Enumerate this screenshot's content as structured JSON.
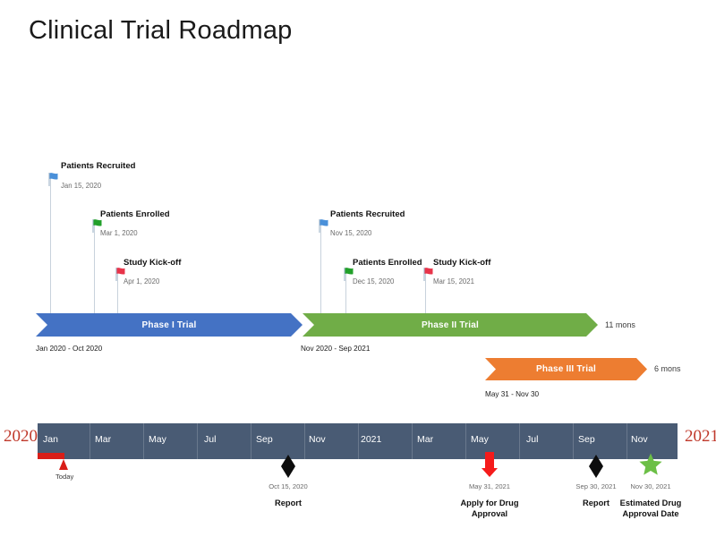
{
  "title": "Clinical Trial Roadmap",
  "colors": {
    "phase1": "#4472c4",
    "phase2": "#70ad47",
    "phase3": "#ed7d31",
    "axis_band": "#495b74",
    "year_label": "#c0392b",
    "today": "#d91e18",
    "flag_blue": "#4a90d9",
    "flag_green": "#22a02a",
    "flag_red": "#e8344a",
    "marker_black": "#0d0d0d",
    "marker_red": "#f51b1b",
    "marker_green": "#6cbf46"
  },
  "flag_milestones": [
    {
      "name": "Patients Recruited",
      "date": "Jan 15, 2020",
      "flag_color": "flag_blue",
      "icon": "flag-icon"
    },
    {
      "name": "Patients Enrolled",
      "date": "Mar 1, 2020",
      "flag_color": "flag_green",
      "icon": "flag-icon"
    },
    {
      "name": "Study Kick-off",
      "date": "Apr 1, 2020",
      "flag_color": "flag_red",
      "icon": "flag-icon"
    },
    {
      "name": "Patients Recruited",
      "date": "Nov 15, 2020",
      "flag_color": "flag_blue",
      "icon": "flag-icon"
    },
    {
      "name": "Patients Enrolled",
      "date": "Dec 15, 2020",
      "flag_color": "flag_green",
      "icon": "flag-icon"
    },
    {
      "name": "Study Kick-off",
      "date": "Mar 15, 2021",
      "flag_color": "flag_red",
      "icon": "flag-icon"
    }
  ],
  "phases": [
    {
      "label": "Phase I Trial",
      "dates": "Jan 2020 - Oct 2020",
      "duration": "",
      "color": "phase1"
    },
    {
      "label": "Phase II Trial",
      "dates": "Nov 2020 - Sep 2021",
      "duration": "11 mons",
      "color": "phase2"
    },
    {
      "label": "Phase III Trial",
      "dates": "May 31 - Nov 30",
      "duration": "6 mons",
      "color": "phase3"
    }
  ],
  "axis": {
    "year_start": "2020",
    "year_end": "2021",
    "ticks": [
      "Jan",
      "Mar",
      "May",
      "Jul",
      "Sep",
      "Nov",
      "2021",
      "Mar",
      "May",
      "Jul",
      "Sep",
      "Nov"
    ],
    "today_label": "Today"
  },
  "bottom_milestones": [
    {
      "date": "Oct 15, 2020",
      "name": "Report",
      "shape": "diamond",
      "icon": "diamond-marker-icon",
      "color": "marker_black"
    },
    {
      "date": "May 31, 2021",
      "name": "Apply for Drug Approval",
      "shape": "bookmark",
      "icon": "bookmark-marker-icon",
      "color": "marker_red"
    },
    {
      "date": "Sep 30, 2021",
      "name": "Report",
      "shape": "diamond",
      "icon": "diamond-marker-icon",
      "color": "marker_black"
    },
    {
      "date": "Nov 30, 2021",
      "name": "Estimated Drug Approval Date",
      "shape": "star",
      "icon": "star-marker-icon",
      "color": "marker_green"
    }
  ],
  "chart_data": {
    "type": "timeline",
    "title": "Clinical Trial Roadmap",
    "axis_range": [
      "Jan 2020",
      "Dec 2021"
    ],
    "axis_ticks": [
      "Jan",
      "Mar",
      "May",
      "Jul",
      "Sep",
      "Nov",
      "2021",
      "Mar",
      "May",
      "Jul",
      "Sep",
      "Nov"
    ],
    "bars": [
      {
        "name": "Phase I Trial",
        "start": "Jan 2020",
        "end": "Oct 2020",
        "duration": "",
        "color": "#4472c4"
      },
      {
        "name": "Phase II Trial",
        "start": "Nov 2020",
        "end": "Sep 2021",
        "duration": "11 mons",
        "color": "#70ad47"
      },
      {
        "name": "Phase III Trial",
        "start": "May 31",
        "end": "Nov 30",
        "duration": "6 mons",
        "color": "#ed7d31"
      }
    ],
    "flag_events": [
      {
        "name": "Patients Recruited",
        "date": "Jan 15, 2020",
        "color": "#4a90d9"
      },
      {
        "name": "Patients Enrolled",
        "date": "Mar 1, 2020",
        "color": "#22a02a"
      },
      {
        "name": "Study Kick-off",
        "date": "Apr 1, 2020",
        "color": "#e8344a"
      },
      {
        "name": "Patients Recruited",
        "date": "Nov 15, 2020",
        "color": "#4a90d9"
      },
      {
        "name": "Patients Enrolled",
        "date": "Dec 15, 2020",
        "color": "#22a02a"
      },
      {
        "name": "Study Kick-off",
        "date": "Mar 15, 2021",
        "color": "#e8344a"
      }
    ],
    "axis_events": [
      {
        "name": "Today",
        "date": "",
        "marker": "triangle",
        "color": "#d91e18"
      },
      {
        "name": "Report",
        "date": "Oct 15, 2020",
        "marker": "diamond",
        "color": "#0d0d0d"
      },
      {
        "name": "Apply for Drug Approval",
        "date": "May 31, 2021",
        "marker": "bookmark",
        "color": "#f51b1b"
      },
      {
        "name": "Report",
        "date": "Sep 30, 2021",
        "marker": "diamond",
        "color": "#0d0d0d"
      },
      {
        "name": "Estimated Drug Approval Date",
        "date": "Nov 30, 2021",
        "marker": "star",
        "color": "#6cbf46"
      }
    ]
  }
}
